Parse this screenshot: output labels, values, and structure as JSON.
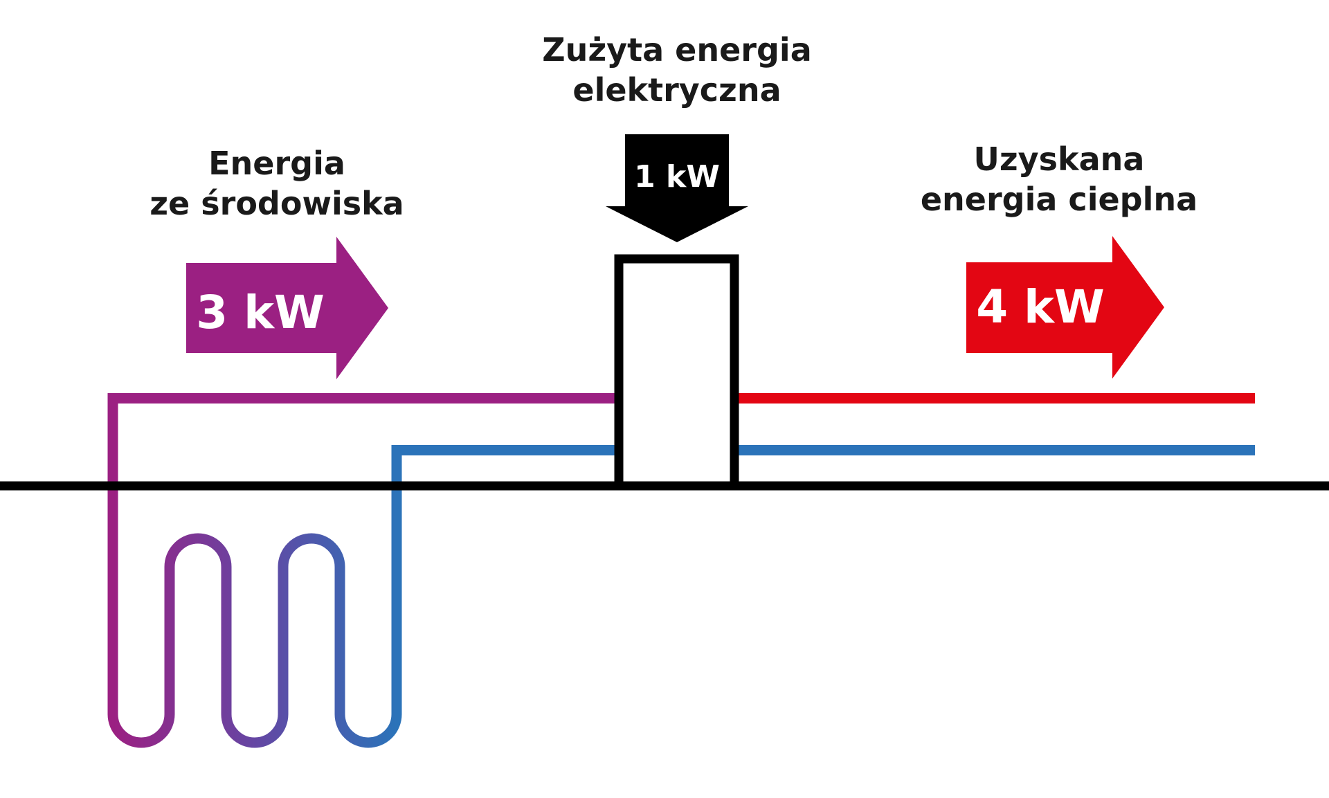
{
  "diagram": {
    "top_label": {
      "line1": "Zużyta energia",
      "line2": "elektryczna"
    },
    "left_label": {
      "line1": "Energia",
      "line2": "ze środowiska"
    },
    "right_label": {
      "line1": "Uzyskana",
      "line2": "energia cieplna"
    },
    "electric_arrow_value": "1 kW",
    "environment_arrow_value": "3 kW",
    "heat_arrow_value": "4 kW"
  },
  "colors": {
    "purple": "#9B2082",
    "violet_mid": "#6546A3",
    "blue": "#2B73B9",
    "red": "#E30613",
    "black": "#000000",
    "white_text": "#ffffff"
  }
}
